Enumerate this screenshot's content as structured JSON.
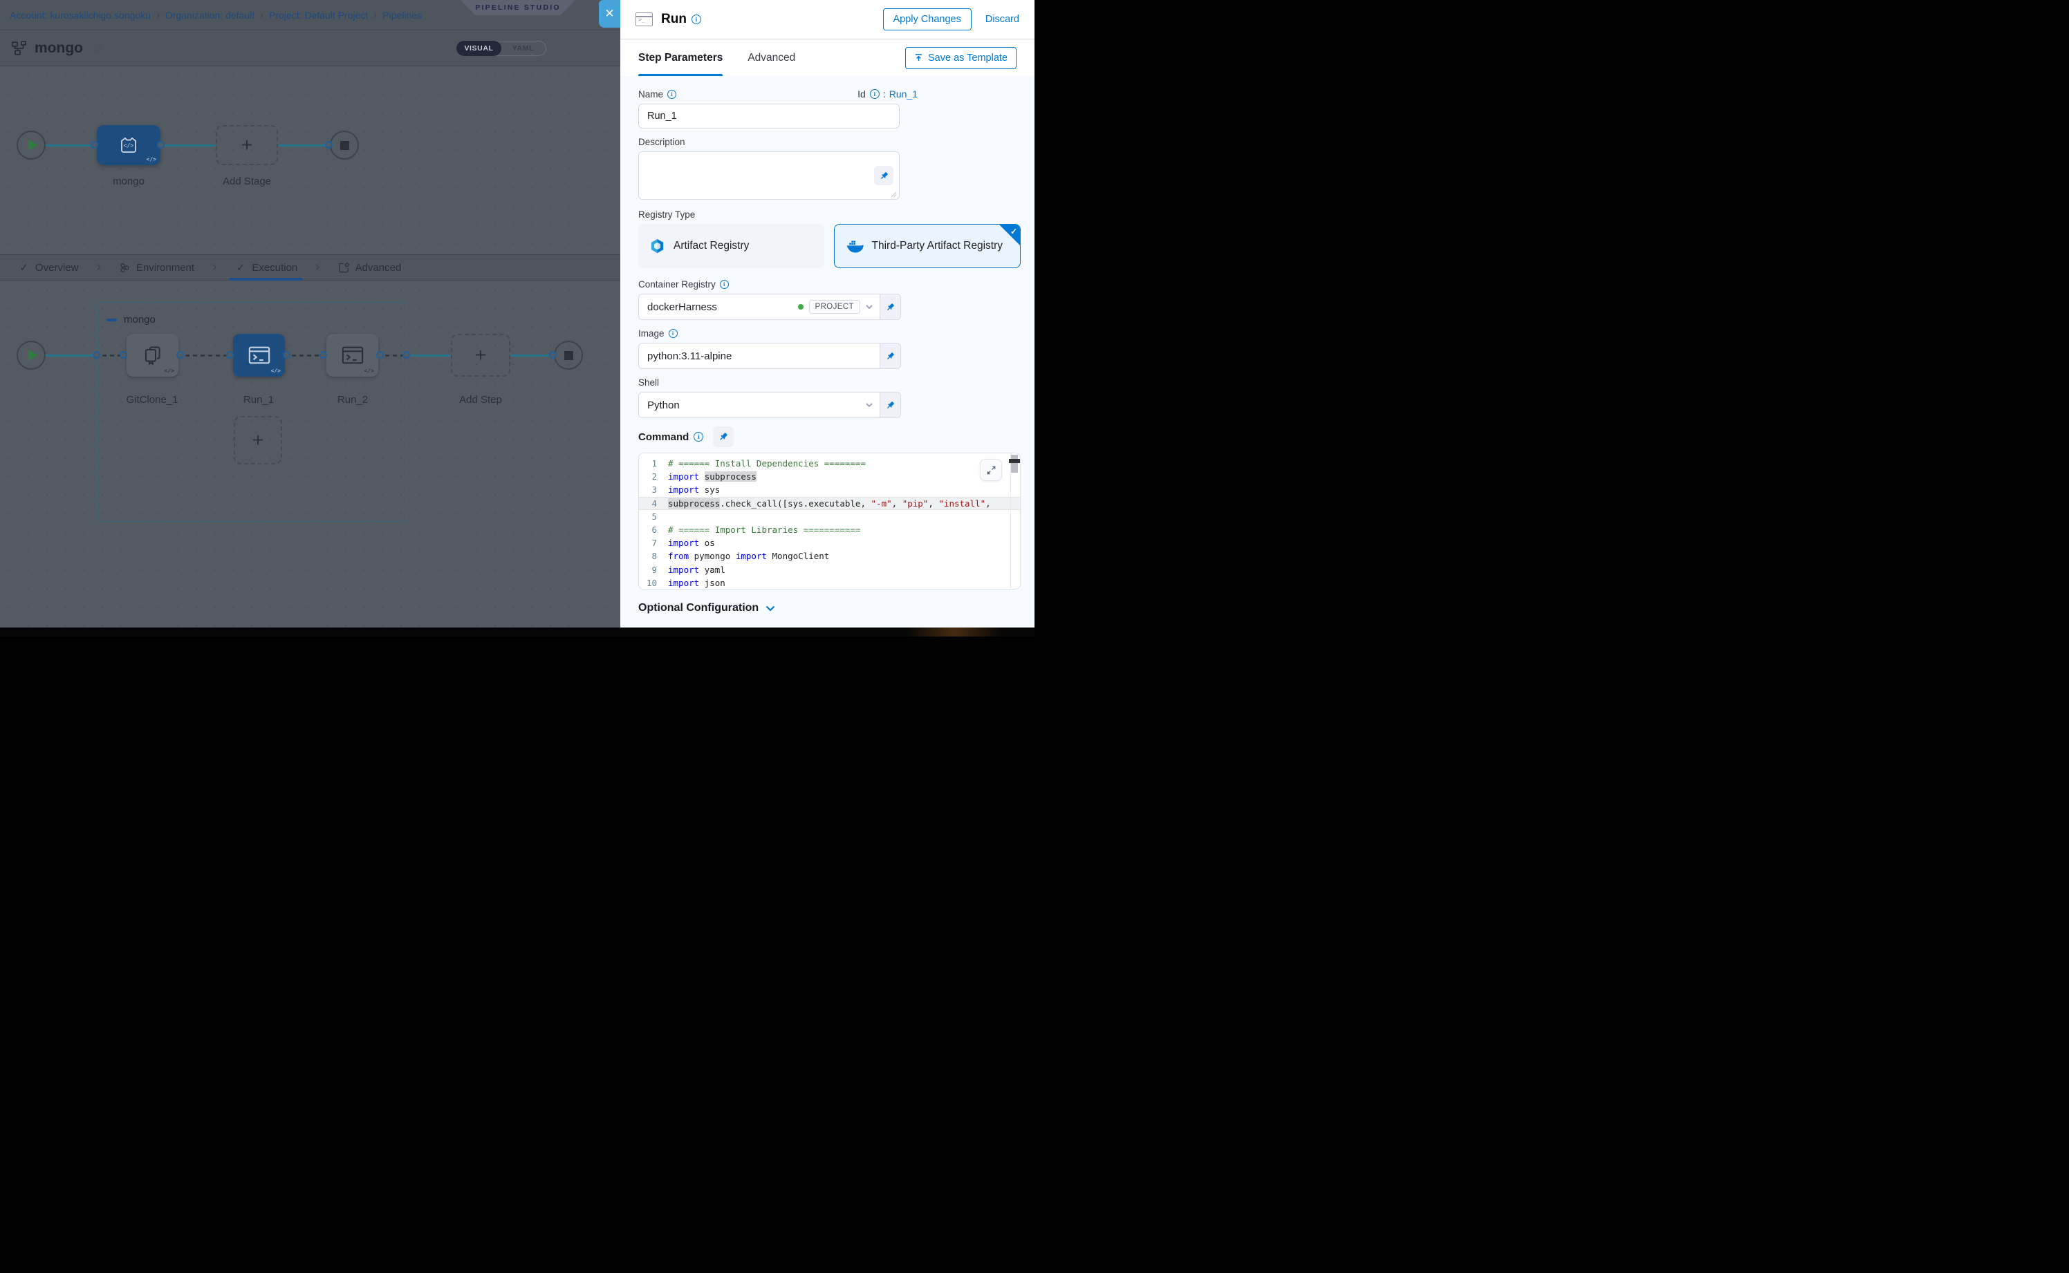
{
  "colors": {
    "accent": "#0278d5",
    "close_button": "#47a4da",
    "selected_node_blue": "#1d4c7e",
    "success_green": "#42ab45",
    "panel_bg": "#f7fafe"
  },
  "breadcrumb": {
    "separator": "›",
    "items": [
      "Account: kurosakiichigo.songoku",
      "Organization: default",
      "Project: Default Project",
      "Pipelines"
    ]
  },
  "studio_badge": "PIPELINE STUDIO",
  "pipeline": {
    "title": "mongo",
    "view_toggle": {
      "visual": "VISUAL",
      "yaml": "YAML",
      "selected": "VISUAL"
    }
  },
  "stage_graph": {
    "stage_label": "mongo",
    "add_stage_label": "Add Stage"
  },
  "left_tabs": {
    "separator": "›",
    "items": [
      {
        "label": "Overview",
        "icon": "check-icon",
        "active": false
      },
      {
        "label": "Environment",
        "icon": "environment-icon",
        "active": false
      },
      {
        "label": "Execution",
        "icon": "check-icon",
        "active": true
      },
      {
        "label": "Advanced",
        "icon": "advanced-icon",
        "active": false
      }
    ]
  },
  "execution_graph": {
    "group_label": "mongo",
    "steps": [
      {
        "label": "GitClone_1",
        "icon": "git-clone-icon",
        "selected": false
      },
      {
        "label": "Run_1",
        "icon": "terminal-icon",
        "selected": true
      },
      {
        "label": "Run_2",
        "icon": "terminal-icon",
        "selected": false
      }
    ],
    "add_step_label": "Add Step"
  },
  "panel": {
    "title": "Run",
    "apply_label": "Apply Changes",
    "discard_label": "Discard",
    "tabs": [
      "Step Parameters",
      "Advanced"
    ],
    "active_tab": "Step Parameters",
    "save_as_template_label": "Save as Template",
    "close_label": "✕",
    "fields": {
      "name": {
        "label": "Name",
        "value": "Run_1"
      },
      "id": {
        "label": "Id",
        "separator": ":",
        "value": "Run_1"
      },
      "description": {
        "label": "Description",
        "value": ""
      },
      "registry_type": {
        "label": "Registry Type",
        "options": [
          {
            "label": "Artifact Registry",
            "icon": "artifact-registry-icon",
            "selected": false
          },
          {
            "label": "Third-Party Artifact Registry",
            "icon": "docker-icon",
            "selected": true
          }
        ]
      },
      "container_registry": {
        "label": "Container Registry",
        "value": "dockerHarness",
        "scope_badge": "PROJECT"
      },
      "image": {
        "label": "Image",
        "value": "python:3.11-alpine"
      },
      "shell": {
        "label": "Shell",
        "value": "Python"
      },
      "command": {
        "label": "Command"
      }
    },
    "code": {
      "lines": [
        {
          "n": 1,
          "segs": [
            {
              "t": "# ====== Install Dependencies ========",
              "c": "com"
            }
          ]
        },
        {
          "n": 2,
          "segs": [
            {
              "t": "import",
              "c": "kw"
            },
            {
              "t": " ",
              "c": "pl"
            },
            {
              "t": "subprocess",
              "c": "hl"
            }
          ]
        },
        {
          "n": 3,
          "segs": [
            {
              "t": "import",
              "c": "kw"
            },
            {
              "t": " sys",
              "c": "pl"
            }
          ]
        },
        {
          "n": 4,
          "active": true,
          "segs": [
            {
              "t": "subprocess",
              "c": "hl"
            },
            {
              "t": ".check_call([sys.executable, ",
              "c": "pl"
            },
            {
              "t": "\"-m\"",
              "c": "str"
            },
            {
              "t": ", ",
              "c": "pl"
            },
            {
              "t": "\"pip\"",
              "c": "str"
            },
            {
              "t": ", ",
              "c": "pl"
            },
            {
              "t": "\"install\"",
              "c": "str"
            },
            {
              "t": ",",
              "c": "pl"
            }
          ]
        },
        {
          "n": 5,
          "segs": []
        },
        {
          "n": 6,
          "segs": [
            {
              "t": "# ====== Import Libraries ===========",
              "c": "com"
            }
          ]
        },
        {
          "n": 7,
          "segs": [
            {
              "t": "import",
              "c": "kw"
            },
            {
              "t": " os",
              "c": "pl"
            }
          ]
        },
        {
          "n": 8,
          "segs": [
            {
              "t": "from",
              "c": "kw"
            },
            {
              "t": " pymongo ",
              "c": "pl"
            },
            {
              "t": "import",
              "c": "kw"
            },
            {
              "t": " MongoClient",
              "c": "pl"
            }
          ]
        },
        {
          "n": 9,
          "segs": [
            {
              "t": "import",
              "c": "kw"
            },
            {
              "t": " yaml",
              "c": "pl"
            }
          ]
        },
        {
          "n": 10,
          "segs": [
            {
              "t": "import",
              "c": "kw"
            },
            {
              "t": " json",
              "c": "pl"
            }
          ]
        }
      ]
    },
    "optional_configuration_label": "Optional Configuration"
  }
}
